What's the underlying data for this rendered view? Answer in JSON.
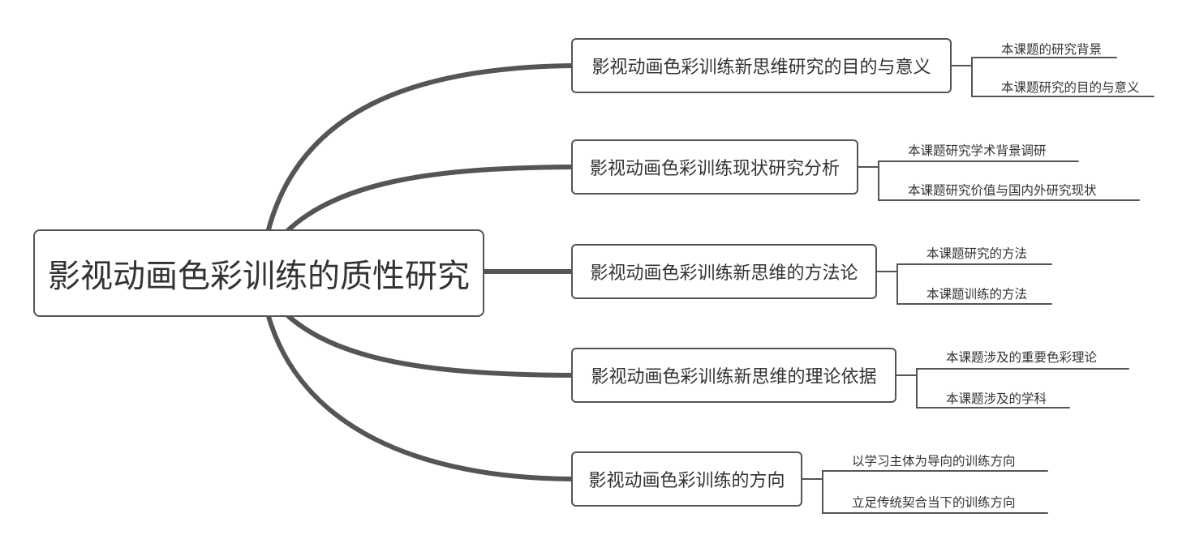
{
  "root": {
    "label": "影视动画色彩训练的质性研究"
  },
  "branches": [
    {
      "label": "影视动画色彩训练新思维研究的目的与意义",
      "children": [
        "本课题的研究背景",
        "本课题研究的目的与意义"
      ]
    },
    {
      "label": "影视动画色彩训练现状研究分析",
      "children": [
        "本课题研究学术背景调研",
        "本课题研究价值与国内外研究现状"
      ]
    },
    {
      "label": "影视动画色彩训练新思维的方法论",
      "children": [
        "本课题研究的方法",
        "本课题训练的方法"
      ]
    },
    {
      "label": "影视动画色彩训练新思维的理论依据",
      "children": [
        "本课题涉及的重要色彩理论",
        "本课题涉及的学科"
      ]
    },
    {
      "label": "影视动画色彩训练的方向",
      "children": [
        "以学习主体为导向的训练方向",
        "立足传统契合当下的训练方向"
      ]
    }
  ],
  "colors": {
    "line": "#555555",
    "border": "#555555",
    "text": "#333333"
  }
}
